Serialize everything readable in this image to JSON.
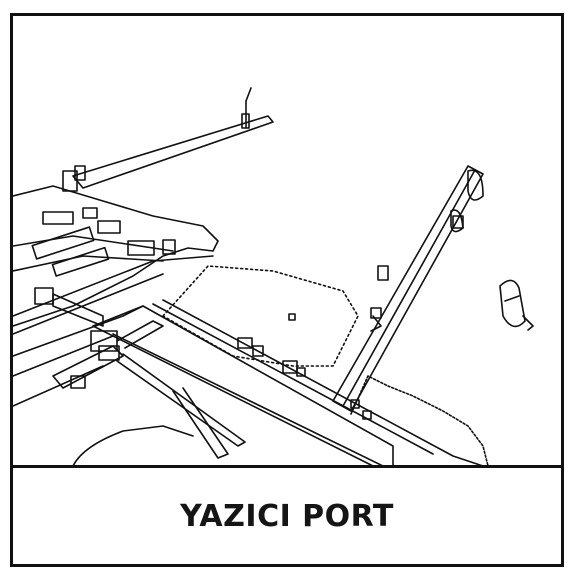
{
  "caption": {
    "title": "YAZICI PORT"
  },
  "illustration": {
    "style": "line-drawing",
    "subject": "port-aerial-view",
    "stroke_color": "#111111",
    "fill_color": "#ffffff"
  }
}
